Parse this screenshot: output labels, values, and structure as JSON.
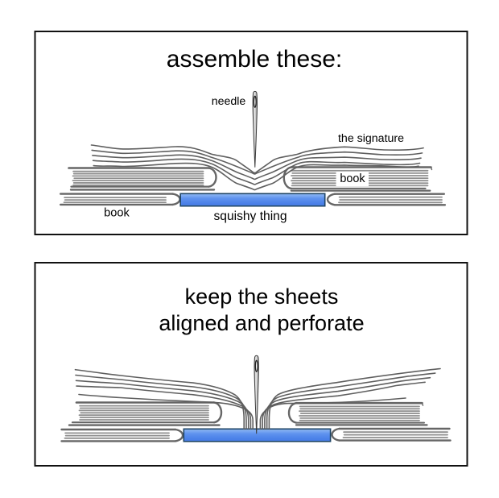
{
  "figure": {
    "description": "Two-panel bookbinding instruction diagram",
    "background": "#ffffff"
  },
  "panel1": {
    "title": "assemble these:",
    "labels": {
      "needle": "needle",
      "signature": "the signature",
      "book_right": "book",
      "book_left": "book",
      "squishy": "squishy thing"
    }
  },
  "panel2": {
    "title_line1": "keep the sheets",
    "title_line2": "aligned and perforate"
  },
  "colors": {
    "text": "#000000",
    "panel_border": "#111111",
    "sheet_line": "#5f5f5f",
    "cover_gray": "#666666",
    "page_gray": "#8f8f8f",
    "pad_blue": "#5f93ee",
    "pad_blue_light": "#93baf4",
    "pad_blue_deep": "#4a80e8",
    "pad_border": "#1f4566",
    "needle_fill_light": "#ececec",
    "needle_fill_dark": "#9c9c9c",
    "needle_outline": "#3a3a3a",
    "eye_ring": "#222222",
    "eye_slit": "#ffffff",
    "label_mask": "#ffffff"
  }
}
